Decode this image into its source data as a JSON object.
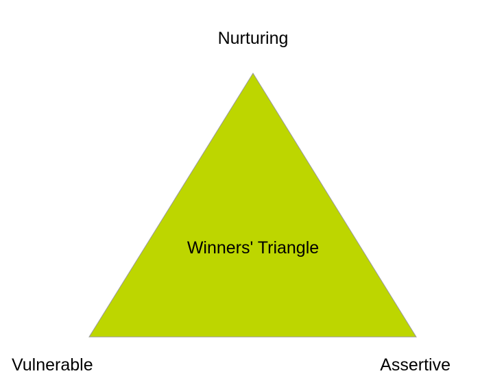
{
  "diagram": {
    "center_label": "Winners' Triangle",
    "top_label": "Nurturing",
    "left_label": "Vulnerable",
    "right_label": "Assertive"
  },
  "colors": {
    "triangle_fill": "#bdd600",
    "triangle_stroke": "#9a9a9a",
    "text": "#000000",
    "background": "#ffffff"
  }
}
